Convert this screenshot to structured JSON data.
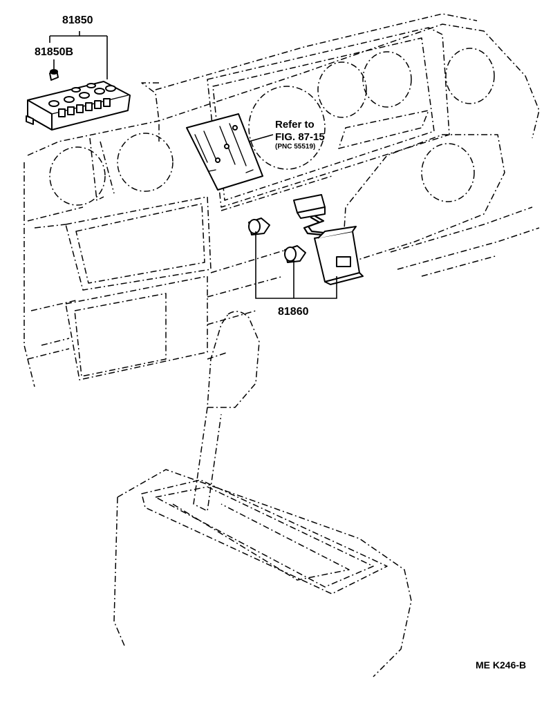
{
  "labels": {
    "part_81850": "81850",
    "part_81850b": "81850B",
    "part_81860": "81860",
    "refer_line1": "Refer to",
    "refer_line2": "FIG. 87-15",
    "refer_line3": "(PNC 55519)",
    "figure_code": "ME  K246-B"
  }
}
